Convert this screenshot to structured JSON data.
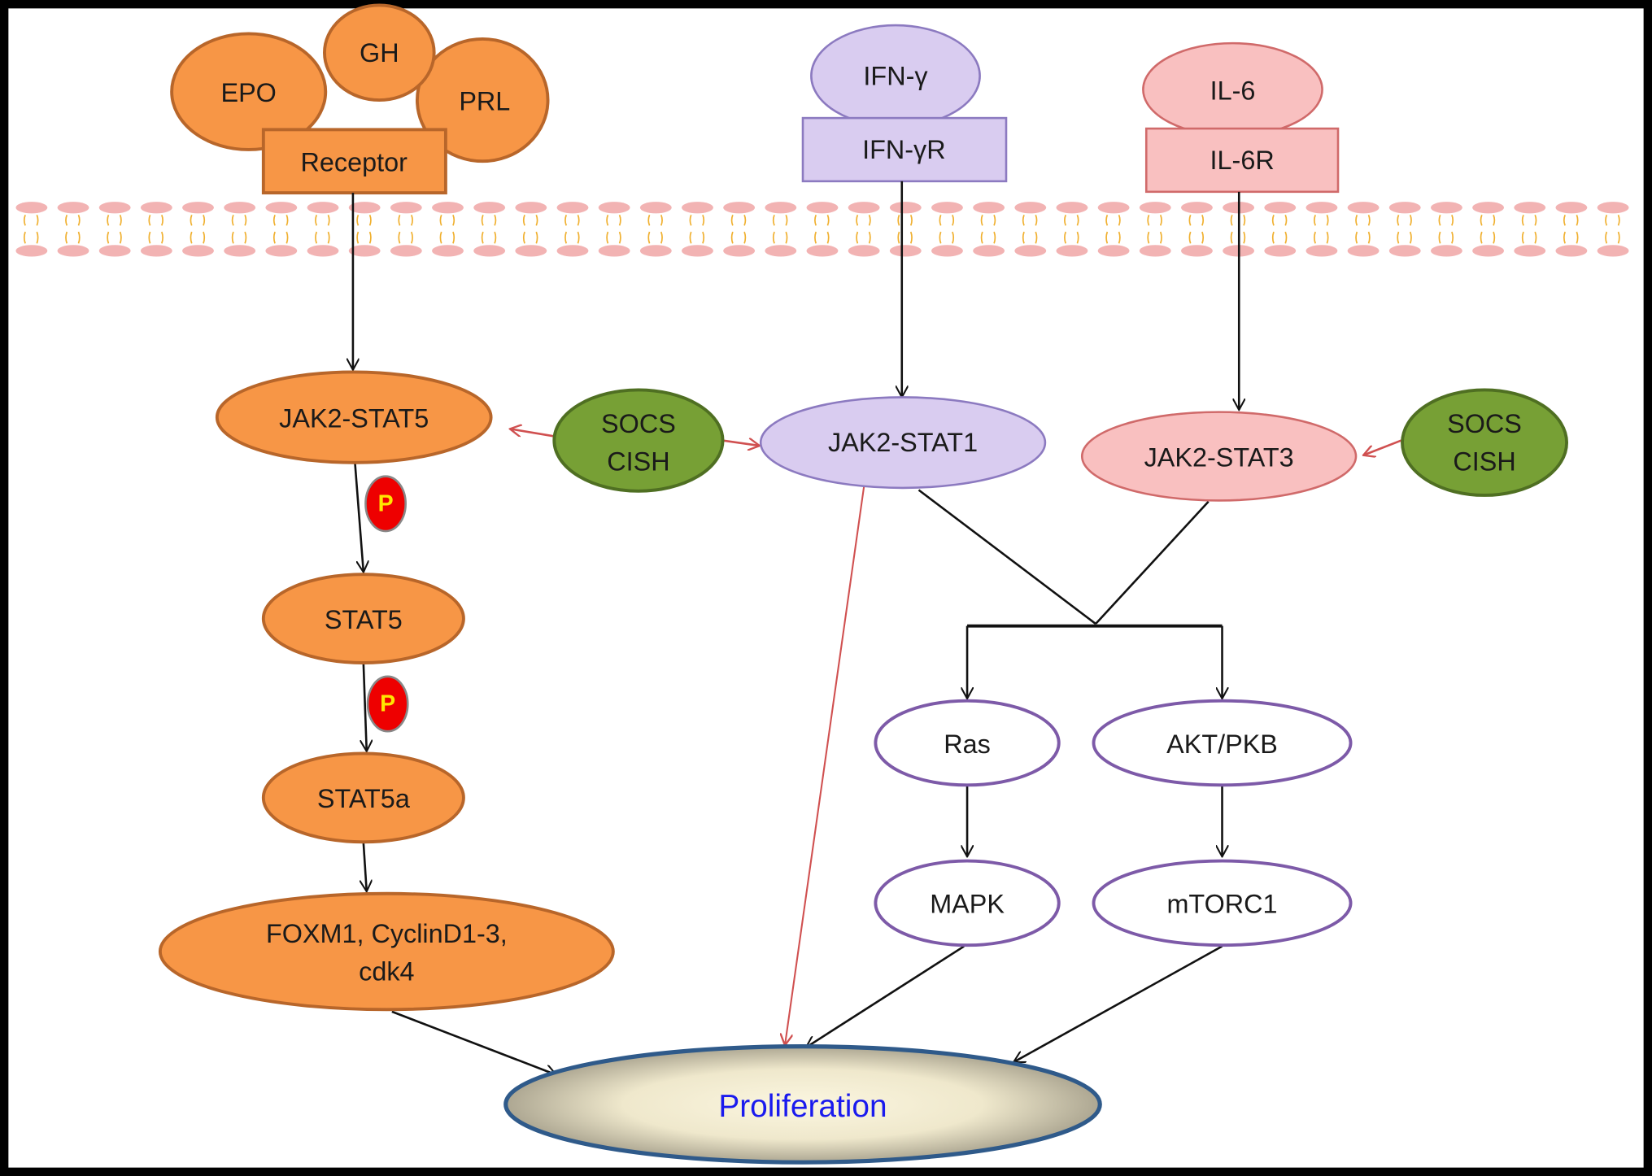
{
  "colors": {
    "orange": "#f79646",
    "orange_stroke": "#b8662a",
    "lavender": "#d9ccf0",
    "lavender_stroke": "#8c7ac0",
    "pink": "#f9c0c0",
    "pink_stroke": "#d06a6a",
    "green": "#77a035",
    "green_stroke": "#4f6f22",
    "purple_outline": "#7d5aa8",
    "phospho_red": "#ee0000",
    "inhibition_arrow": "#d05050",
    "proliferation_stroke": "#2f5a8a",
    "proliferation_text": "#1a1aee",
    "membrane_head": "#f2b3b3",
    "membrane_tail": "#f0b030"
  },
  "ligands": {
    "epo": "EPO",
    "gh": "GH",
    "prl": "PRL",
    "receptor": "Receptor",
    "ifng": "IFN-γ",
    "ifngr": "IFN-γR",
    "il6": "IL-6",
    "il6r": "IL-6R"
  },
  "nodes": {
    "jak2_stat5": "JAK2-STAT5",
    "jak2_stat1": "JAK2-STAT1",
    "jak2_stat3": "JAK2-STAT3",
    "socs_left": [
      "SOCS",
      "CISH"
    ],
    "socs_right": [
      "SOCS",
      "CISH"
    ],
    "phospho": "P",
    "stat5": "STAT5",
    "stat5a": "STAT5a",
    "targets": [
      "FOXM1, CyclinD1-3,",
      "cdk4"
    ],
    "ras": "Ras",
    "akt": "AKT/PKB",
    "mapk": "MAPK",
    "mtorc1": "mTORC1",
    "proliferation": "Proliferation"
  }
}
